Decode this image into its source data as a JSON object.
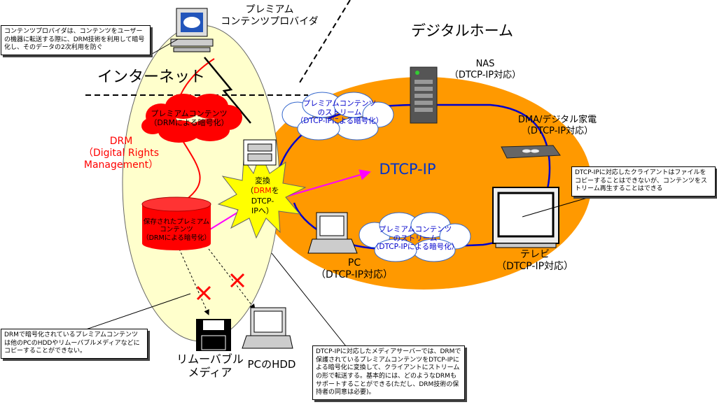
{
  "labels": {
    "premium_provider": "プレミアム\nコンテンツプロバイダ",
    "digital_home": "デジタルホーム",
    "internet": "インターネット",
    "nas": "NAS\n（DTCP-IP対応）",
    "dma": "DMA/デジタル家電\n（DTCP-IP対応）",
    "dtcp_ip": "DTCP-IP",
    "drm": "DRM\n（Digital Rights\nManagement）",
    "tv": "テレビ\n（DTCP-IP対応）",
    "pc": "PC\n（DTCP-IP対応）",
    "removable_media": "リムーバブル\nメディア",
    "pc_hdd": "PCのHDD"
  },
  "clouds": {
    "premium_drm": "プレミアムコンテンツ\n（DRMによる暗号化）",
    "stream_top": "プレミアムコンテンツ\nのストリーム\n（DTCP-IPによる暗号化）",
    "stream_bottom": "プレミアムコンテンツ\nのストリーム\n（DTCP-IPによる暗号化）"
  },
  "cylinder": "保存されたプレミアム\nコンテンツ\n（DRMによる暗号化）",
  "convert": {
    "line1": "変換",
    "paren_open": "（",
    "drm": "DRM",
    "line2b": "を",
    "line3": "DTCP-",
    "line4": "IPへ）"
  },
  "notes": {
    "provider": "コンテンツプロバイダは、コンテンツをユーザーの機器に転送する際に、DRM技術を利用して暗号化し、そのデータの2次利用を防ぐ",
    "client": "DTCP-IPに対応したクライアントはファイルをコピーすることはできないが、コンテンツをストリーム再生することはできる",
    "drm_copy": "DRMで暗号化されているプレミアムコンテンツは他のPCのHDDやリムーバブルメディアなどにコピーすることができない。",
    "server": "DTCP-IPに対応したメディアサーバーでは、DRMで保護されているプレミアムコンテンツをDTCP-IPによる暗号化に変換して、クライアントにストリームの形で転送する。基本的には、どのようなDRMもサポートすることができる(ただし、DRM技術の保持者の同意は必要)。"
  },
  "colors": {
    "home_orange": "#ff9900",
    "internet_yellow": "#ffffcc",
    "drm_red": "#ff0000",
    "network_blue": "#0000cc",
    "dtcp_blue": "#0033cc",
    "arrow_magenta": "#ff00ff",
    "burst_yellow": "#ffff00",
    "cloud_text_blue": "#0000cc"
  }
}
